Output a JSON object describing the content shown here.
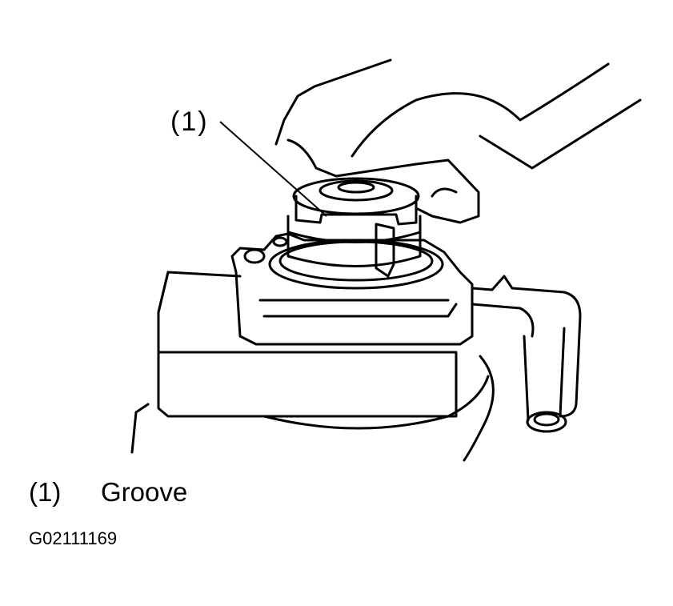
{
  "callout": {
    "number": "(1)"
  },
  "legend": {
    "items": [
      {
        "number": "(1)",
        "label": "Groove"
      }
    ]
  },
  "figure_id": "G02111169"
}
